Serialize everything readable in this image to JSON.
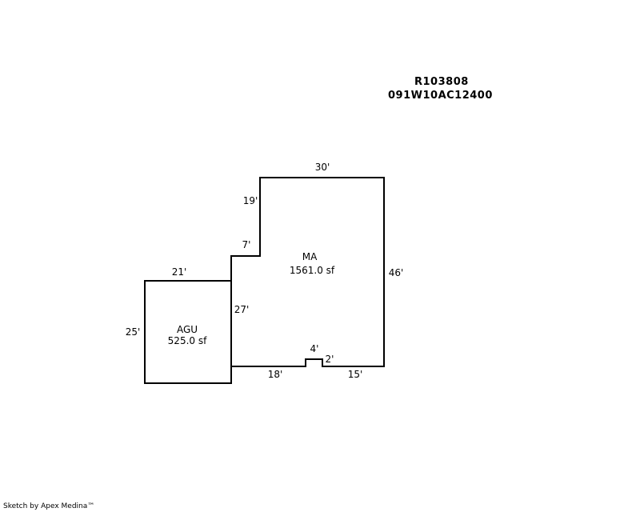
{
  "header": {
    "account_id": "R103808",
    "parcel_number": "091W10AC12400"
  },
  "areas": [
    {
      "code": "MA",
      "area": "1561.0 sf"
    },
    {
      "code": "AGU",
      "area": "525.0 sf"
    }
  ],
  "dimensions": {
    "ma_top": "30'",
    "ma_left_upper": "19'",
    "ma_step": "7'",
    "ma_right": "46'",
    "ma_left_lower": "27'",
    "ma_bottom_left": "18'",
    "ma_notch_width": "4'",
    "ma_notch_depth": "2'",
    "ma_bottom_right": "15'",
    "agu_top": "21'",
    "agu_left": "25'"
  },
  "footer": {
    "credit": "Sketch by Apex Medina™"
  }
}
